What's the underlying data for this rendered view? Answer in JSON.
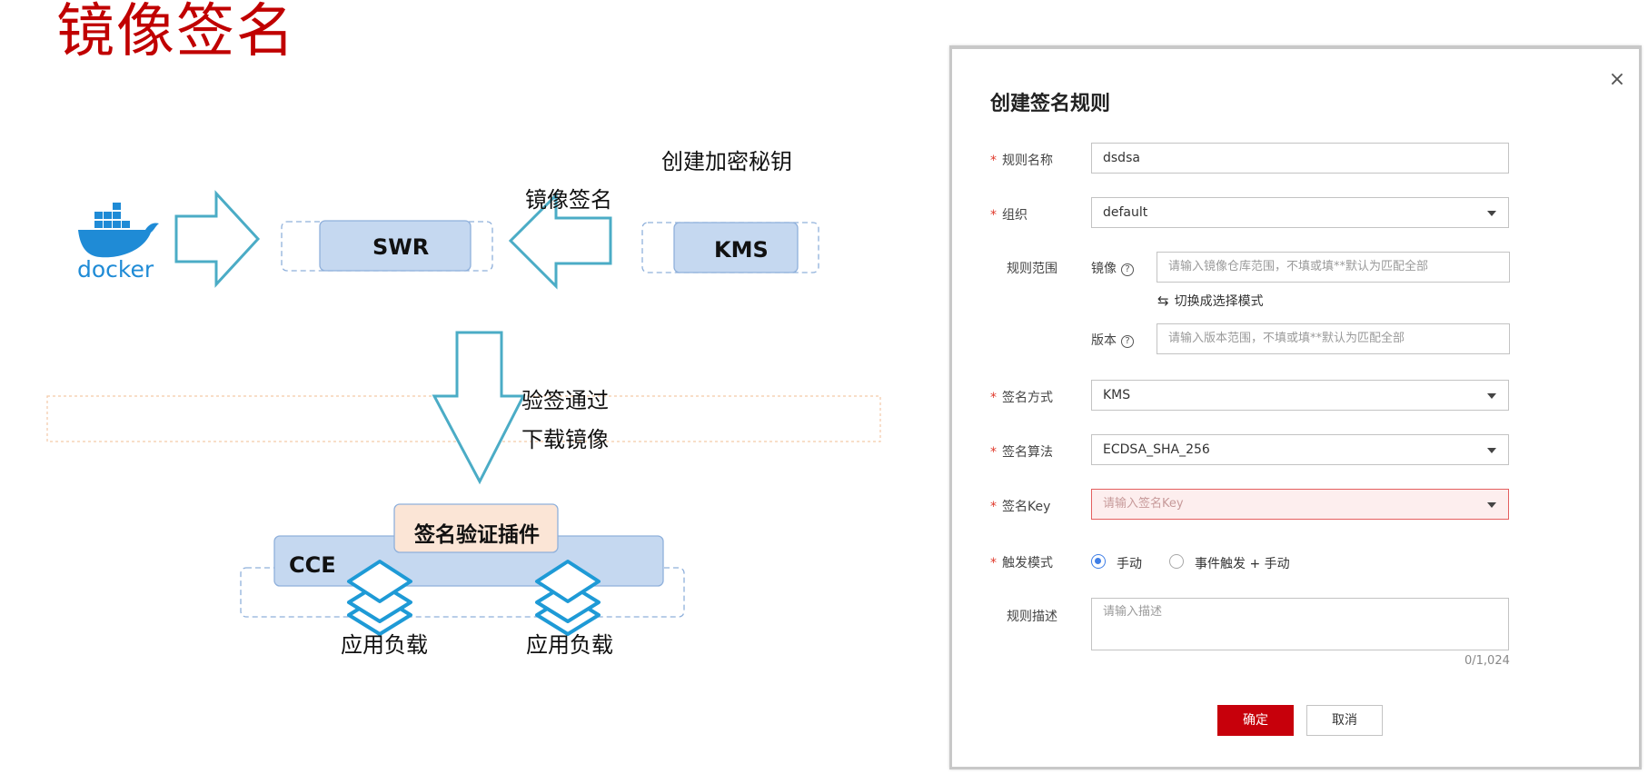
{
  "slide": {
    "title": "镜像签名"
  },
  "diagram": {
    "docker_label": "docker",
    "swr_label": "SWR",
    "kms_label": "KMS",
    "create_key_text": "创建加密秘钥",
    "sign_text": "镜像签名",
    "verify_text": "验签通过",
    "download_text": "下载镜像",
    "plugin_label": "签名验证插件",
    "cce_label": "CCE",
    "workload_1": "应用负载",
    "workload_2": "应用负载",
    "colors": {
      "arrow_stroke": "#4bacc6",
      "box_fill": "#c5d8f0",
      "box_stroke": "#8fb0db",
      "plugin_fill": "#fbe5d6",
      "docker_blue": "#1f8bd6"
    }
  },
  "dialog": {
    "title": "创建签名规则",
    "close_icon": "×",
    "fields": {
      "rule_name": {
        "label": "规则名称",
        "value": "dsdsa"
      },
      "organization": {
        "label": "组织",
        "value": "default"
      },
      "rule_scope": {
        "label": "规则范围"
      },
      "image": {
        "label": "镜像",
        "placeholder": "请输入镜像仓库范围，不填或填**默认为匹配全部"
      },
      "switch_mode": {
        "label": "切换成选择模式"
      },
      "version": {
        "label": "版本",
        "placeholder": "请输入版本范围，不填或填**默认为匹配全部"
      },
      "sign_method": {
        "label": "签名方式",
        "value": "KMS"
      },
      "sign_algorithm": {
        "label": "签名算法",
        "value": "ECDSA_SHA_256"
      },
      "sign_key": {
        "label": "签名Key",
        "placeholder": "请输入签名Key"
      },
      "trigger_mode": {
        "label": "触发模式",
        "options": [
          "手动",
          "事件触发 + 手动"
        ],
        "selected": "手动"
      },
      "description": {
        "label": "规则描述",
        "placeholder": "请输入描述",
        "counter": "0/1,024"
      }
    },
    "help_icon": "?",
    "buttons": {
      "ok": "确定",
      "cancel": "取消"
    },
    "colors": {
      "primary": "#c7000b",
      "required": "#e0392b",
      "radio": "#3f7fe6",
      "error_bg": "#fdeeee"
    }
  }
}
